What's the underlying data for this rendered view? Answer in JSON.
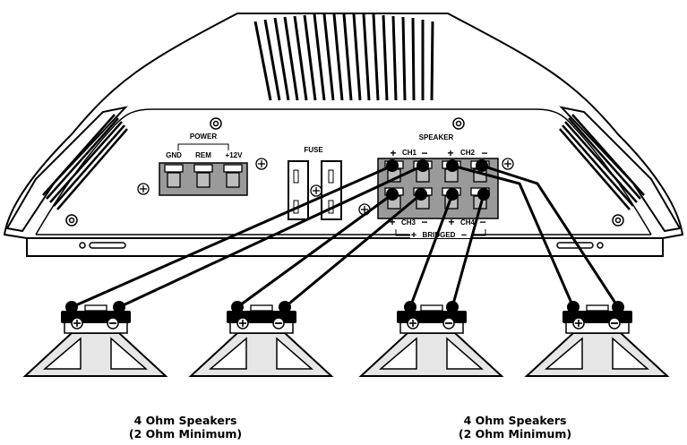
{
  "power": {
    "title": "POWER",
    "terminals": [
      "GND",
      "REM",
      "+12V"
    ]
  },
  "fuse": {
    "label": "FUSE"
  },
  "speaker_block": {
    "title": "SPEAKER",
    "top": {
      "ch1": "CH1",
      "ch2": "CH2"
    },
    "bottom": {
      "ch3": "CH3",
      "ch4": "CH4"
    },
    "bridged": "BRIDGED",
    "plus": "+",
    "minus": "−"
  },
  "captions": [
    {
      "line1": "4 Ohm Speakers",
      "line2": "(2 Ohm Minimum)"
    },
    {
      "line1": "4 Ohm Speakers",
      "line2": "(2 Ohm Minimum)"
    }
  ],
  "colors": {
    "stroke": "#000000",
    "terminal_fill": "#9a9a9a",
    "speaker_fill": "#e6e6e6"
  }
}
